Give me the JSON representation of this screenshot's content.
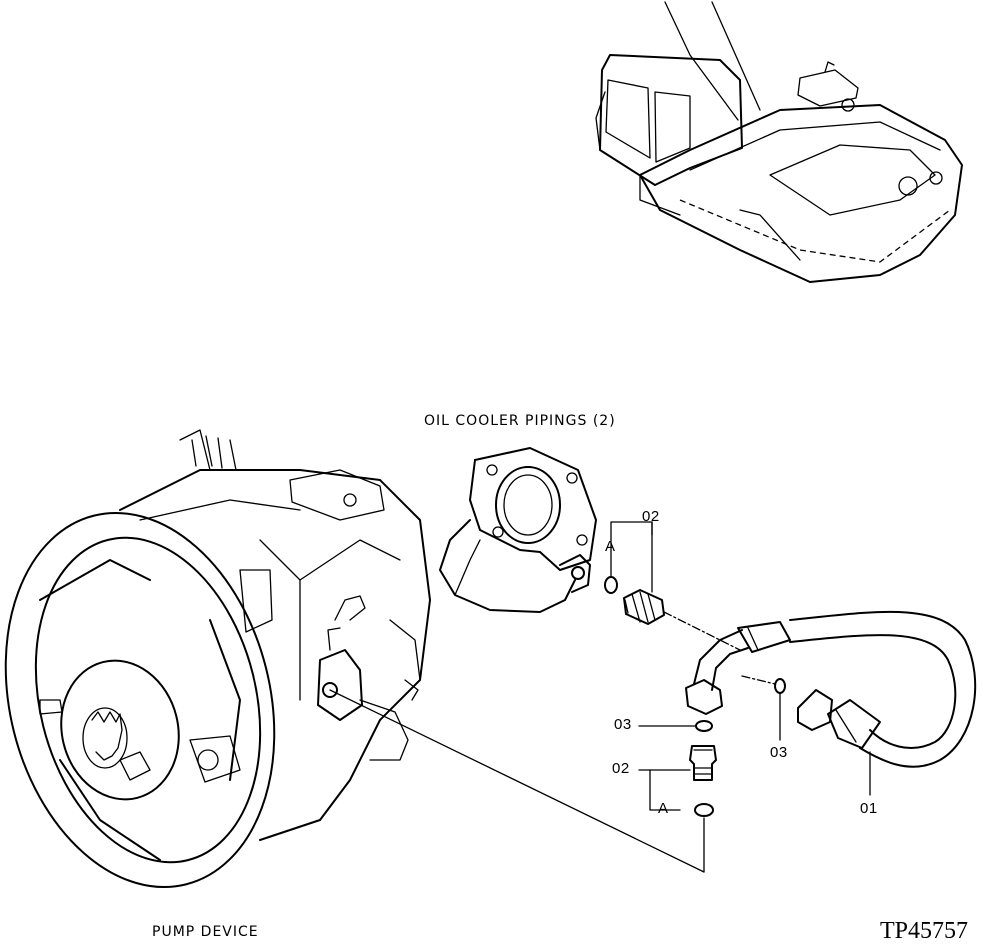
{
  "labels": {
    "section_title": "OIL COOLER PIPINGS (2)",
    "pump_device": "PUMP DEVICE",
    "drawing_number": "TP45757"
  },
  "callouts": {
    "part_02_top": "02",
    "mark_a_top": "A",
    "part_03_left": "03",
    "part_02_bottom": "02",
    "mark_a_bottom": "A",
    "part_03_right": "03",
    "part_01": "01"
  }
}
